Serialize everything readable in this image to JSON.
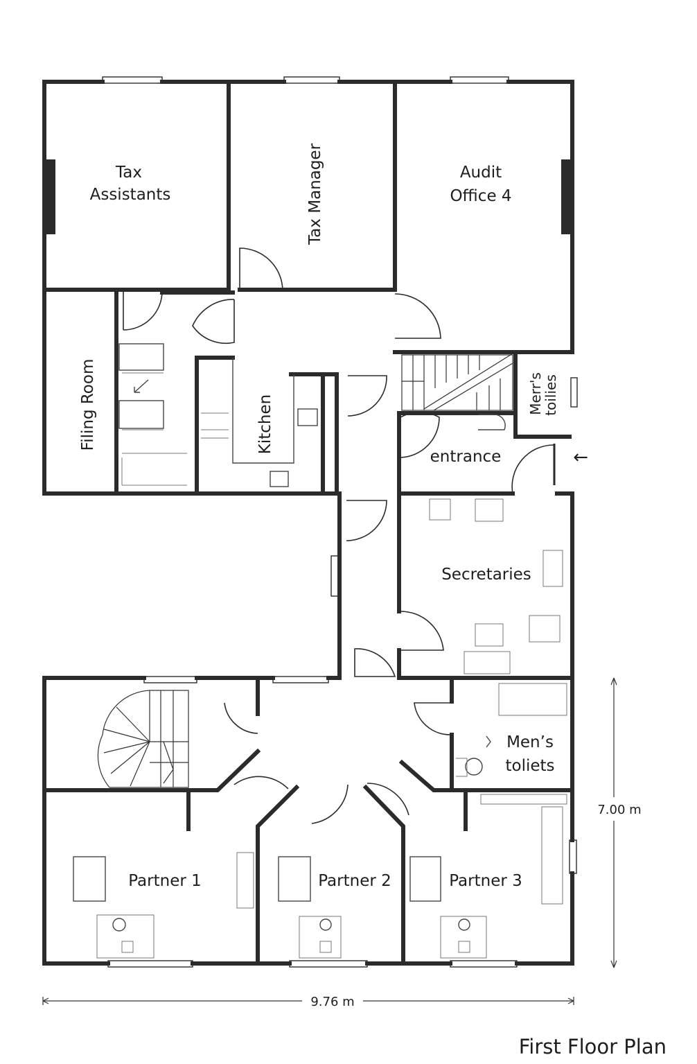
{
  "title": "First Floor Plan",
  "rooms": {
    "tax_assistants": [
      "Tax",
      "Assistants"
    ],
    "tax_manager": "Tax Manager",
    "audit_office": [
      "Audit",
      "Office 4"
    ],
    "filing_room": "Filing Room",
    "kitchen": "Kitchen",
    "mens_toilets_upper": [
      "Merr's",
      "toilies"
    ],
    "entrance": "entrance",
    "secretaries": "Secretaries",
    "mens_toilets_lower": [
      "Men’s",
      "toliets"
    ],
    "partner_1": "Partner 1",
    "partner_2": "Partner 2",
    "partner_3": "Partner 3"
  },
  "dimensions": {
    "width": "9.76 m",
    "height": "7.00 m"
  },
  "entrance_arrow": "←"
}
